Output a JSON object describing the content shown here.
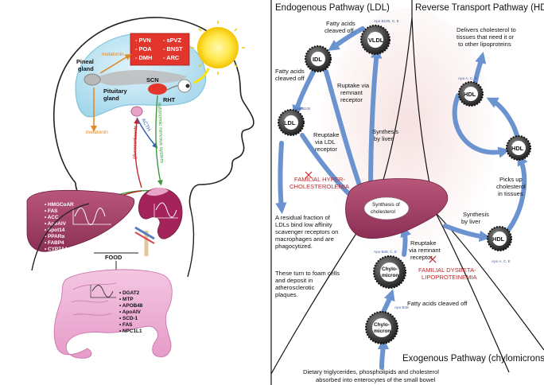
{
  "left_panel": {
    "hypothalamus_nuclei_left": [
      "- PVN",
      "- POA",
      "- DMH"
    ],
    "hypothalamus_nuclei_right": [
      "- sPVZ",
      "- BNST",
      "- ARC"
    ],
    "melatonin_top": "melatonin",
    "melatonin_mid": "melatonin",
    "pineal_label": [
      "Pineal",
      "gland"
    ],
    "pituitary_label": [
      "Pituitary",
      "gland"
    ],
    "scn_label": "SCN",
    "rht_label": "RHT",
    "acth_label": "ACTH",
    "autonomic_label": "autonomic nervous system",
    "glucocorticoids_label": "glucocorticoids",
    "liver_genes": [
      "• HMGCoAR",
      "• FAS",
      "• ACC",
      "• ApoAIV",
      "• Spot14",
      "• PPARα",
      "• FABP4",
      "• CYP7A1"
    ],
    "food_label": "FOOD",
    "intestine_genes": [
      "• DGAT2",
      "• MTP",
      "• APOB48",
      "• ApoAIV",
      "• SCD-1",
      "• FAS",
      "• NPC1L1"
    ]
  },
  "right_panel": {
    "endogenous_title": "Endogenous Pathway (LDL)",
    "reverse_title": "Reverse Transport Pathway (HDL)",
    "exogenous_title": "Exogenous Pathway (chylomicrons)",
    "particles": {
      "vldl": "VLDL",
      "idl": "IDL",
      "ldl": "LDL",
      "hdl": "HDL",
      "chylo": [
        "Chylo-",
        "micron"
      ]
    },
    "apo_labels": {
      "vldl": "Apo B100, C, E",
      "ldl": "Apo B100",
      "hdl_top": "Apo A, C, E",
      "hdl_bottom": "Apo A, C, E",
      "chylo_mid": "Apo B48, C, E",
      "chylo_low": "Apo B48"
    },
    "annotations": {
      "fatty_top": [
        "Fatty acids",
        "cleaved off"
      ],
      "fatty_left": [
        "Fatty acids",
        "cleaved off"
      ],
      "ruptake_remnant": [
        "Ruptake via",
        "remnant",
        "receptor"
      ],
      "reuptake_ldl": [
        "Reuptake",
        "via LDL",
        "receptor"
      ],
      "synthesis_liver_1": [
        "Synthesis",
        "by liver"
      ],
      "familial_hyper": [
        "FAMILIAL HYPER-",
        "CHOLESTEROLEMIA"
      ],
      "residual": [
        "A residual fraction of",
        "LDLs bind low affinity",
        "scavenger receptors on",
        "macrophages and are",
        "phagocytized."
      ],
      "foam": [
        "These turn to foam cells",
        "and deposit in",
        "atherosclerotic",
        "plaques."
      ],
      "liver_center": [
        "Synthesis of",
        "cholesterol"
      ],
      "reuptake_remnant_2": [
        "Reuptake",
        "via remnant",
        "receptor"
      ],
      "familial_dysbeta": [
        "FAMILIAL DYSBETA-",
        "LIPOPROTEINEMIA"
      ],
      "fatty_bottom": "Fatty acids cleaved off",
      "delivers": [
        "Delivers cholesterol to",
        "tissues that need it or",
        "to other lipoproteins"
      ],
      "picks_up": [
        "Picks up",
        "cholesterol",
        "in tissues"
      ],
      "synthesis_liver_2": [
        "Synthesis",
        "by liver"
      ],
      "dietary": [
        "Dietary triglycerides, phospholipids and cholesterol",
        "absorbed into enterocytes of the small bowel"
      ]
    }
  }
}
